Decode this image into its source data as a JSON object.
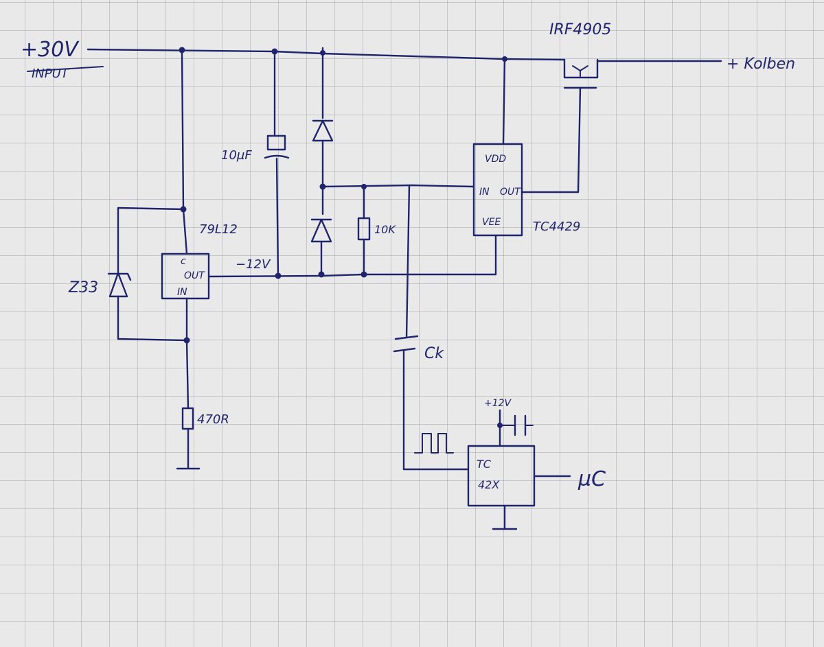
{
  "labels": {
    "input_voltage": "+30V",
    "input_caption": "INPUT",
    "mosfet_part": "IRF4905",
    "output_label": "+ Kolben",
    "regulator_part": "79L12",
    "regulator_pin_c": "c",
    "regulator_pin_out": "OUT",
    "regulator_pin_in": "IN",
    "regulator_output_voltage": "−12V",
    "capacitor_value": "10µF",
    "zener_label": "Z33",
    "series_resistor": "470R",
    "pulldown_resistor": "10K",
    "driver_pin_vdd": "VDD",
    "driver_pin_in": "IN",
    "driver_pin_out": "OUT",
    "driver_pin_vee": "VEE",
    "driver_part": "TC4429",
    "coupling_cap": "Ck",
    "supply_label": "+12V",
    "secondary_driver_line1": "TC",
    "secondary_driver_line2": "42X",
    "controller_label": "µC"
  },
  "colors": {
    "ink": "#20256b",
    "paper": "#e9e9ea",
    "grid": "#a5a9b2"
  }
}
